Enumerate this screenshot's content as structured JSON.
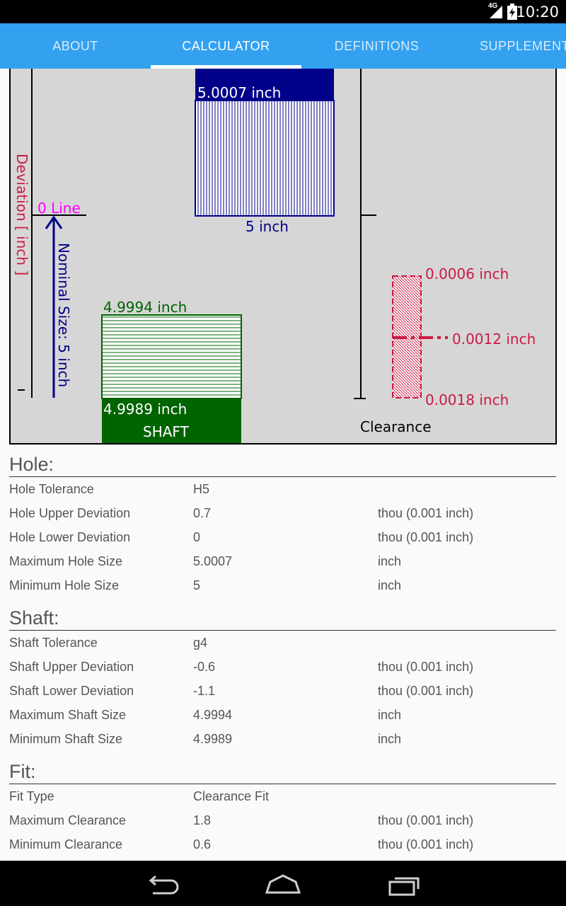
{
  "status": {
    "time": "10:20",
    "network": "4G"
  },
  "tabs": [
    {
      "label": "ABOUT"
    },
    {
      "label": "CALCULATOR"
    },
    {
      "label": "DEFINITIONS"
    },
    {
      "label": "SUPPLEMENT"
    }
  ],
  "diagram": {
    "hole_max": "5.0007 inch",
    "hole_min": "5 inch",
    "zero_line": "0 Line",
    "deviation_axis": "Deviation [ inch ]",
    "nominal": "Nominal Size: 5 inch",
    "shaft_max": "4.9994 inch",
    "shaft_min": "4.9989 inch",
    "shaft_label": "SHAFT",
    "clear_min": "0.0006 inch",
    "clear_mid": "0.0012 inch",
    "clear_max": "0.0018 inch",
    "clearance_label": "Clearance",
    "colors": {
      "hole": "#000088",
      "shaft": "#006400",
      "clearance": "#cc1a44",
      "zero": "#ff00ff"
    }
  },
  "hole": {
    "title": "Hole:",
    "rows": [
      {
        "label": "Hole Tolerance",
        "value": "H5",
        "unit": ""
      },
      {
        "label": "Hole Upper Deviation",
        "value": "0.7",
        "unit": "thou (0.001 inch)"
      },
      {
        "label": "Hole Lower Deviation",
        "value": "0",
        "unit": "thou (0.001 inch)"
      },
      {
        "label": "Maximum Hole Size",
        "value": "5.0007",
        "unit": "inch"
      },
      {
        "label": "Minimum Hole Size",
        "value": "5",
        "unit": "inch"
      }
    ]
  },
  "shaft": {
    "title": "Shaft:",
    "rows": [
      {
        "label": "Shaft Tolerance",
        "value": "g4",
        "unit": ""
      },
      {
        "label": "Shaft Upper Deviation",
        "value": "-0.6",
        "unit": "thou (0.001 inch)"
      },
      {
        "label": "Shaft Lower Deviation",
        "value": "-1.1",
        "unit": "thou (0.001 inch)"
      },
      {
        "label": "Maximum Shaft Size",
        "value": "4.9994",
        "unit": "inch"
      },
      {
        "label": "Minimum Shaft Size",
        "value": "4.9989",
        "unit": "inch"
      }
    ]
  },
  "fit": {
    "title": "Fit:",
    "rows": [
      {
        "label": "Fit Type",
        "value": "Clearance Fit",
        "unit": ""
      },
      {
        "label": "Maximum Clearance",
        "value": "1.8",
        "unit": "thou (0.001 inch)"
      },
      {
        "label": "Minimum Clearance",
        "value": "0.6",
        "unit": "thou (0.001 inch)"
      }
    ]
  },
  "nav": {
    "back": "back-icon",
    "home": "home-icon",
    "recents": "recents-icon"
  }
}
